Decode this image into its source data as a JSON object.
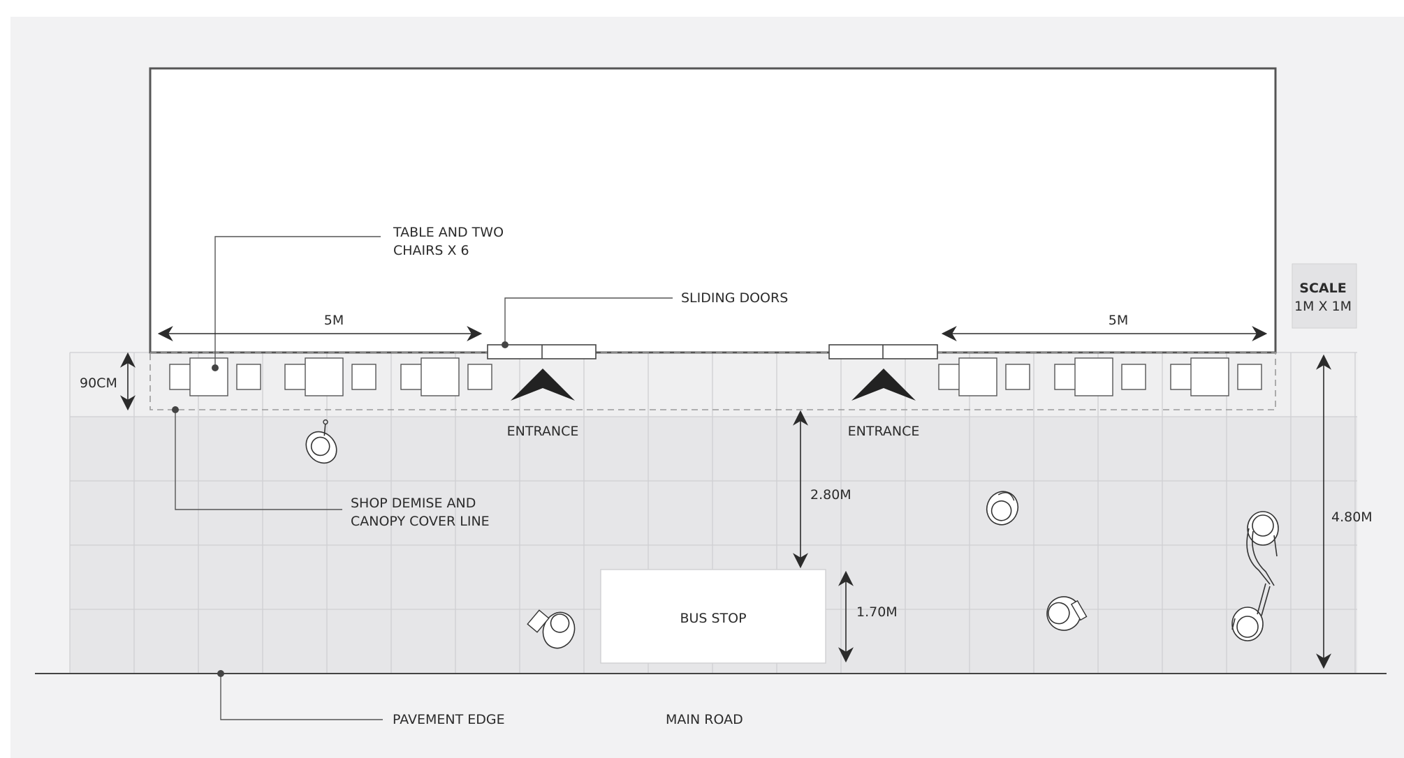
{
  "labels": {
    "table_chairs_line1": "TABLE AND TWO",
    "table_chairs_line2": "CHAIRS X 6",
    "sliding_doors": "SLIDING DOORS",
    "dim_5m_left": "5M",
    "dim_5m_right": "5M",
    "scale_title": "SCALE",
    "scale_value": "1M X 1M",
    "dim_90cm": "90CM",
    "entrance_left": "ENTRANCE",
    "entrance_right": "ENTRANCE",
    "shop_demise_line1": "SHOP DEMISE AND",
    "shop_demise_line2": "CANOPY COVER LINE",
    "dim_280m": "2.80M",
    "dim_480m": "4.80M",
    "bus_stop": "BUS STOP",
    "dim_170m": "1.70M",
    "pavement_edge": "PAVEMENT EDGE",
    "main_road": "MAIN ROAD"
  },
  "colors": {
    "background": "#f2f2f3",
    "pavement": "#e6e6e8",
    "canopy_strip": "#efeff0",
    "grid_line": "#cfcfd2",
    "line": "#444444",
    "white": "#ffffff"
  },
  "icons": [
    "pedestrian-icon",
    "entrance-arrow-icon",
    "table-and-chairs-icon",
    "dimension-arrow-icon"
  ]
}
